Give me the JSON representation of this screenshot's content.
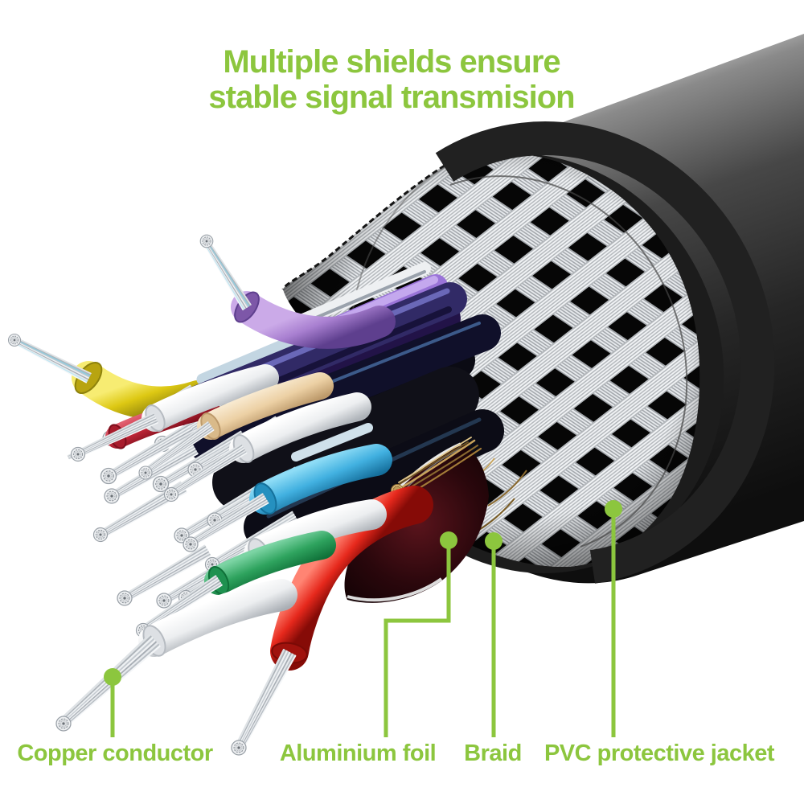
{
  "title": {
    "line1": "Multiple shields ensure",
    "line2": "stable signal transmision"
  },
  "callouts": [
    {
      "id": "copper-conductor",
      "label": "Copper conductor"
    },
    {
      "id": "aluminium-foil",
      "label": "Aluminium foil"
    },
    {
      "id": "braid",
      "label": "Braid"
    },
    {
      "id": "pvc-jacket",
      "label": "PVC protective jacket"
    }
  ],
  "colors": {
    "accent_green": "#8CC63E",
    "jacket_black": "#1A1A1A",
    "braid_silver": "#E8E8E8",
    "foil_red": "#4A1016",
    "copper_gold": "#C9A45A",
    "wire_purple": "#A87FD0",
    "wire_yellow": "#E0CB15",
    "wire_white": "#F2F3F5",
    "wire_beige": "#EED3A9",
    "wire_red": "#E6281C",
    "wire_cyan": "#45B4E4",
    "wire_green": "#34AC66"
  }
}
